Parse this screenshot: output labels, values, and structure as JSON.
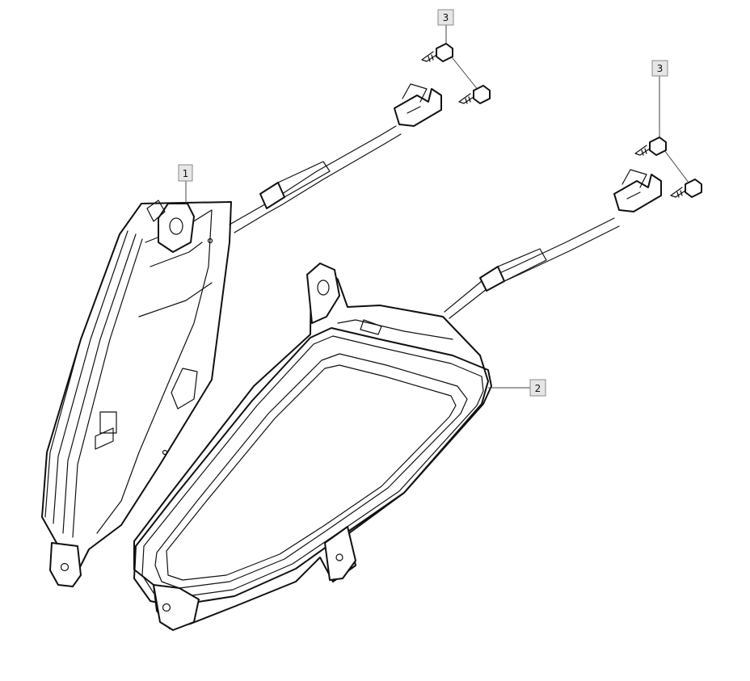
{
  "callouts": [
    {
      "id": "callout-1",
      "label": "1"
    },
    {
      "id": "callout-2",
      "label": "2"
    },
    {
      "id": "callout-3a",
      "label": "3"
    },
    {
      "id": "callout-3b",
      "label": "3"
    }
  ],
  "parts": [
    {
      "ref": "1",
      "name": "turn-signal-housing-left"
    },
    {
      "ref": "2",
      "name": "turn-signal-lens-right"
    },
    {
      "ref": "3",
      "name": "mounting-screw"
    }
  ],
  "colors": {
    "line": "#111111",
    "label_fill": "#e6e6e6",
    "label_border": "#8a8a8a",
    "background": "#ffffff"
  }
}
